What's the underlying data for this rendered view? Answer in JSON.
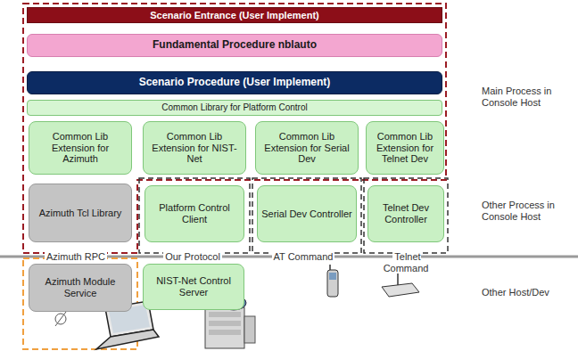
{
  "diagram": {
    "nodes": [
      {
        "text": [
          "Scenario Entrance (User Implement)"
        ]
      },
      {
        "text": [
          "Fundamental Procedure nblauto"
        ]
      },
      {
        "text": [
          "Scenario Procedure (User Implement)"
        ]
      },
      {
        "text": [
          "Common Library for Platform Control"
        ]
      },
      {
        "text": [
          "Common Lib Extension for Azimuth"
        ]
      },
      {
        "text": [
          "Common Lib Extension for NIST-Net"
        ]
      },
      {
        "text": [
          "Common Lib Extension for Serial Dev"
        ]
      },
      {
        "text": [
          "Common Lib Extension for Telnet Dev"
        ]
      },
      {
        "text": [
          "Azimuth Tcl Library"
        ]
      },
      {
        "text": [
          "Platform Control Client"
        ]
      },
      {
        "text": [
          "Serial Dev Controller"
        ]
      },
      {
        "text": [
          "Telnet Dev Controller"
        ]
      },
      {
        "text": [
          "Azimuth Module Service"
        ]
      },
      {
        "text": [
          "NIST-Net Control Server"
        ]
      }
    ],
    "labels": [
      "Main Process in Console Host",
      "Other Process in Console Host",
      "Other Host/Dev",
      "Azimuth RPC",
      "Our Protocol",
      "AT Command",
      "Telnet Command"
    ]
  }
}
